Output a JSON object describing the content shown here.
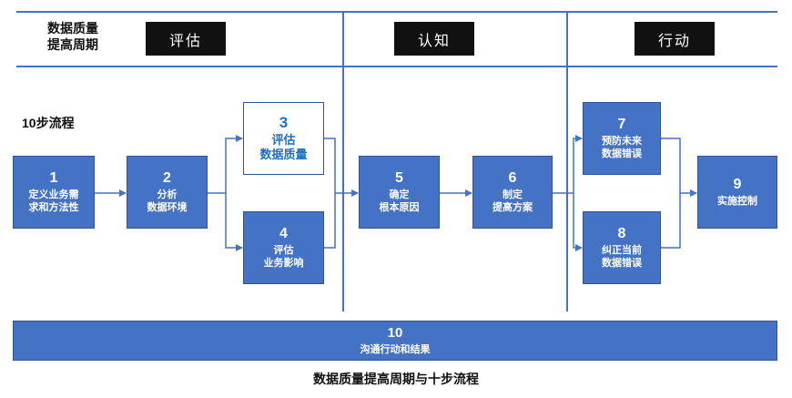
{
  "header": {
    "cycle_title_line1": "数据质量",
    "cycle_title_line2": "提高周期",
    "phases": [
      "评估",
      "认知",
      "行动"
    ]
  },
  "section_label": "10步流程",
  "steps": [
    {
      "num": "1",
      "line1": "定义业务需",
      "line2": "求和方法性"
    },
    {
      "num": "2",
      "line1": "分析",
      "line2": "数据环境"
    },
    {
      "num": "3",
      "line1": "评估",
      "line2": "数据质量"
    },
    {
      "num": "4",
      "line1": "评估",
      "line2": "业务影响"
    },
    {
      "num": "5",
      "line1": "确定",
      "line2": "根本原因"
    },
    {
      "num": "6",
      "line1": "制定",
      "line2": "提高方案"
    },
    {
      "num": "7",
      "line1": "预防未来",
      "line2": "数据错误"
    },
    {
      "num": "8",
      "line1": "纠正当前",
      "line2": "数据错误"
    },
    {
      "num": "9",
      "line1": "实施控制",
      "line2": ""
    },
    {
      "num": "10",
      "line1": "沟通行动和结果",
      "line2": ""
    }
  ],
  "caption": "数据质量提高周期与十步流程",
  "colors": {
    "box": "#4472c4",
    "box_border": "#2f5597",
    "highlight_text": "#1f6fc2",
    "phase_bg": "#111111",
    "line": "#4472c4"
  }
}
